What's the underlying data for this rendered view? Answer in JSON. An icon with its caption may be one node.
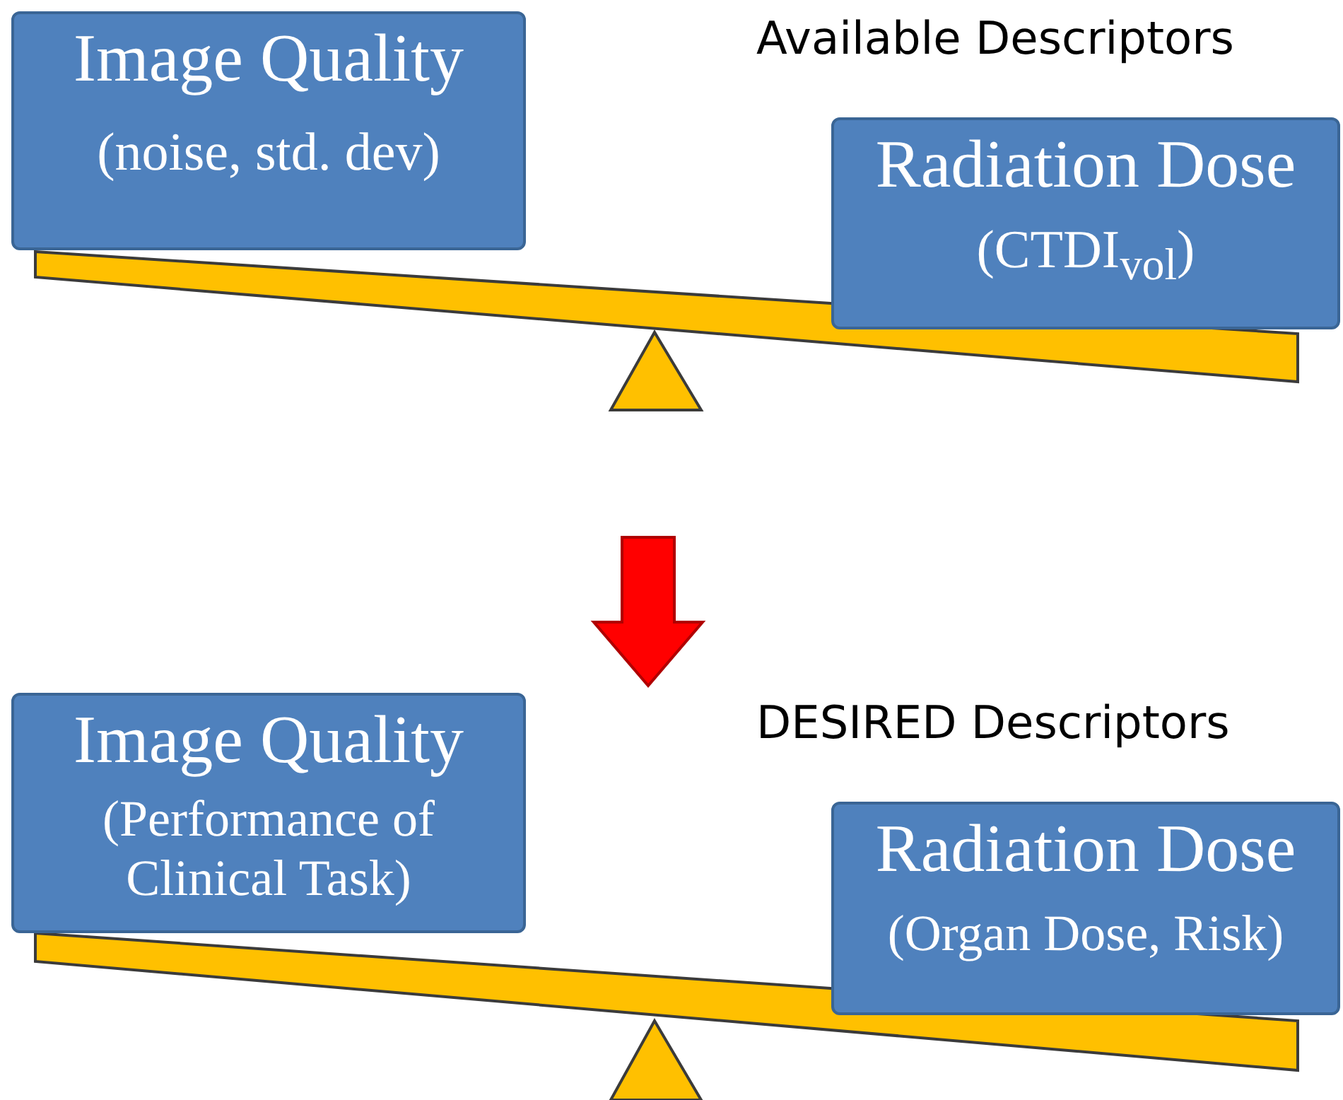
{
  "diagram": {
    "nodes": [
      {
        "text": [
          "Image Quality",
          "(noise, std. dev)"
        ]
      },
      {
        "text": [
          "Radiation Dose",
          "(CTDI$_{vol}$)"
        ]
      },
      {
        "text": [
          "Image Quality",
          "(Performance of Clinical Task)"
        ]
      },
      {
        "text": [
          "Radiation Dose",
          "(Organ Dose, Risk)"
        ]
      }
    ],
    "labels": [
      "Available Descriptors",
      "DESIRED Descriptors"
    ]
  }
}
